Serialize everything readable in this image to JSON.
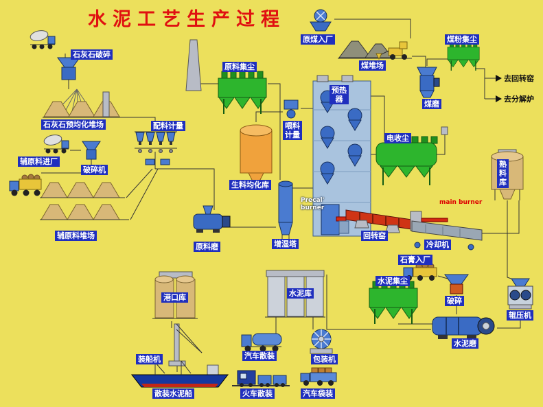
{
  "title": "水泥工艺生产过程",
  "colors": {
    "background": "#ece05c",
    "label_background": "#1f2fbe",
    "label_text": "#ffffff",
    "title_text": "#e01010",
    "dust_collector_green": "#2db52d",
    "equipment_blue": "#3a6bc4",
    "silo_orange": "#f0a23c",
    "silo_tan": "#d8b878",
    "kiln_red": "#cf3415",
    "burner_red": "#d42a10"
  },
  "labels": {
    "limestone_crushing": "石灰石破碎",
    "limestone_preblending_yard": "石灰石预均化堆场",
    "aux_material_entry": "辅原料进厂",
    "crusher": "破碎机",
    "aux_material_yard": "辅原料堆场",
    "batching_metering": "配料计量",
    "raw_material_dust": "原料集尘",
    "raw_meal_silo": "生料均化库",
    "raw_mill": "原料磨",
    "humidifying_tower": "增湿塔",
    "feed_metering": "喂料计量",
    "preheater": "预热器",
    "raw_coal_entry": "原煤入厂",
    "coal_yard": "煤堆场",
    "coal_dust": "煤粉集尘",
    "to_rotary_kiln": "去回转窑",
    "to_calciner": "去分解炉",
    "coal_mill": "煤磨",
    "esp": "电收尘",
    "clinker_silo": "熟料库",
    "precal_burner": "Precal' burner",
    "main_burner": "main burner",
    "rotary_kiln": "回转窑",
    "cooler": "冷却机",
    "gypsum_entry": "石膏入厂",
    "cement_dust": "水泥集尘",
    "crushing": "破碎",
    "roller_press": "辊压机",
    "cement_mill": "水泥磨",
    "cement_silo": "水泥库",
    "port_silo": "港口库",
    "ship_loader": "装船机",
    "truck_bulk": "汽车散装",
    "packing_machine": "包装机",
    "bulk_cement_ship": "散装水泥船",
    "train_bulk": "火车散装",
    "truck_bagged": "汽车袋装"
  },
  "equipment_icons": [
    "mixer-truck-icon",
    "limestone-crusher-icon",
    "stacker-icon",
    "storage-pile-icon",
    "dump-truck-icon",
    "batching-hoppers-icon",
    "chimney-icon",
    "baghouse-filter-icon",
    "homogenizing-silo-icon",
    "raw-mill-icon",
    "humidifying-tower-icon",
    "feed-metering-icon",
    "preheater-tower-icon",
    "rotary-kiln-icon",
    "main-burner-icon",
    "grate-cooler-icon",
    "esp-icon",
    "clinker-silo-icon",
    "coal-feeder-icon",
    "coal-yard-icon",
    "wheel-loader-icon",
    "coal-mill-icon",
    "gypsum-truck-icon",
    "gypsum-crusher-icon",
    "roller-press-icon",
    "cement-mill-icon",
    "cement-silos-icon",
    "port-silos-icon",
    "ship-loader-icon",
    "bulk-ship-icon",
    "tanker-truck-icon",
    "packing-machine-icon",
    "train-icon",
    "bag-truck-icon"
  ]
}
